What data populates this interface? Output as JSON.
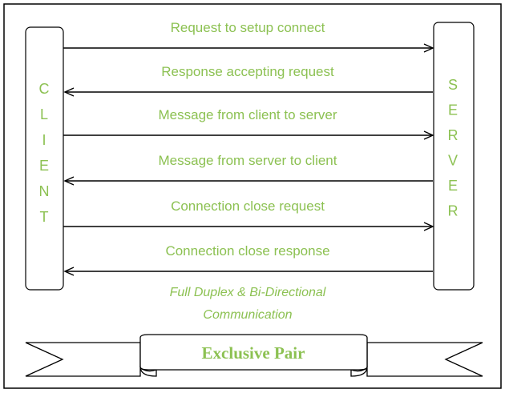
{
  "client": {
    "letters": [
      "C",
      "L",
      "I",
      "E",
      "N",
      "T"
    ]
  },
  "server": {
    "letters": [
      "S",
      "E",
      "R",
      "V",
      "E",
      "R"
    ]
  },
  "messages": [
    {
      "label": "Request to setup connect",
      "direction": "to-server"
    },
    {
      "label": "Response accepting request",
      "direction": "to-client"
    },
    {
      "label": "Message from client to server",
      "direction": "to-server"
    },
    {
      "label": "Message from server to client",
      "direction": "to-client"
    },
    {
      "label": "Connection close request",
      "direction": "to-server"
    },
    {
      "label": "Connection close response",
      "direction": "to-client"
    }
  ],
  "note": {
    "line1": "Full Duplex & Bi-Directional",
    "line2": "Communication"
  },
  "banner": {
    "label": "Exclusive Pair"
  },
  "colors": {
    "text": "#8cc152",
    "line": "#000000",
    "background": "#ffffff"
  }
}
